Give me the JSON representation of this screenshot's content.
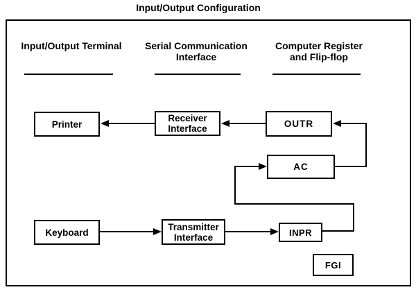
{
  "title": "Input/Output Configuration",
  "columns": [
    {
      "label": "Input/Output Terminal"
    },
    {
      "label": "Serial Communication\nInterface"
    },
    {
      "label": "Computer Register\nand Flip-flop"
    }
  ],
  "nodes": {
    "printer": {
      "label": "Printer"
    },
    "receiver_interface": {
      "label": "Receiver\nInterface"
    },
    "outr": {
      "label": "OUTR"
    },
    "ac": {
      "label": "AC"
    },
    "keyboard": {
      "label": "Keyboard"
    },
    "transmitter_interface": {
      "label": "Transmitter\nInterface"
    },
    "inpr": {
      "label": "INPR"
    },
    "fgi": {
      "label": "FGI"
    }
  },
  "connections": [
    {
      "from": "Receiver Interface",
      "to": "Printer"
    },
    {
      "from": "OUTR",
      "to": "Receiver Interface"
    },
    {
      "from": "AC",
      "to": "OUTR"
    },
    {
      "from": "Keyboard",
      "to": "Transmitter Interface"
    },
    {
      "from": "Transmitter Interface",
      "to": "INPR"
    },
    {
      "from": "INPR",
      "to": "AC"
    }
  ],
  "colors": {
    "line": "#000000",
    "background": "#ffffff",
    "text": "#000000"
  }
}
